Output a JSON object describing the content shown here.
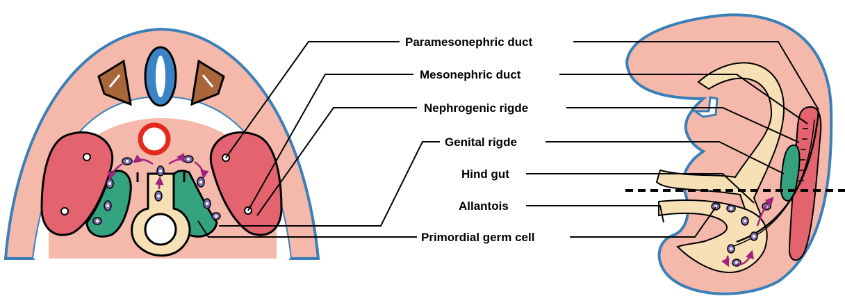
{
  "labels": {
    "paramesonephric": "Paramesonephric duct",
    "mesonephric": "Mesonephric duct",
    "nephrogenic": "Nephrogenic rigde",
    "genital": "Genital rigde",
    "hindgut": "Hind gut",
    "allantois": "Allantois",
    "germcell": "Primordial germ cell"
  },
  "colors": {
    "body": "#F4B9AA",
    "outline_blue": "#3A7FB8",
    "neural_tube": "#3A84C6",
    "somite": "#A8663A",
    "aorta_ring": "#E32A1F",
    "mesonephros": "#E3636E",
    "gonad": "#34A27F",
    "gut": "#F7E0B6",
    "germ_cell": "#7E6FB0",
    "arrow": "#A0247C",
    "line": "#000000"
  }
}
